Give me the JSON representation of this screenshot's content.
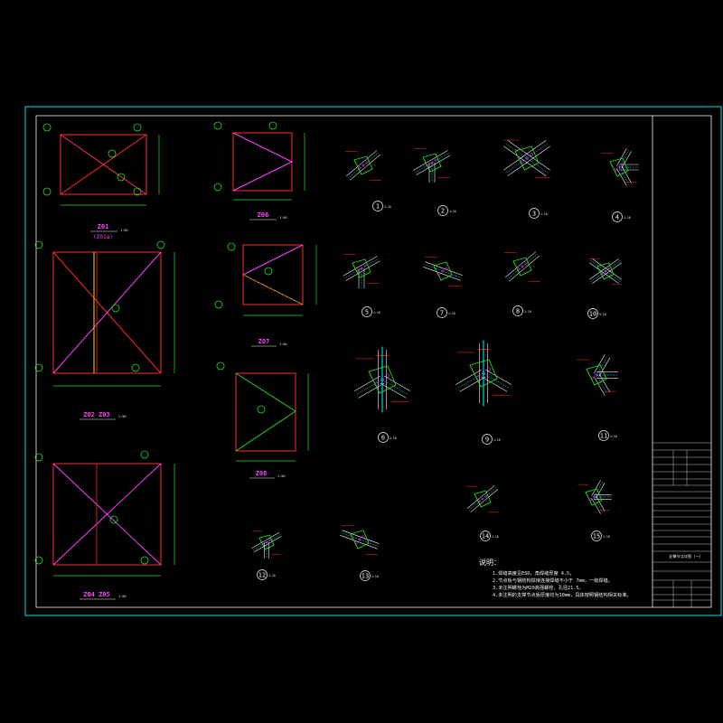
{
  "colors": {
    "background": "#000000",
    "frame": "#00e5e5",
    "red": "#ff2a2a",
    "green": "#22dd22",
    "magenta": "#ff40ff",
    "yellow": "#f0e000",
    "cyan": "#00e0ff",
    "white": "#f2f2f2"
  },
  "frames": {
    "z01": {
      "label": "Z01",
      "sub": "(Z01a)",
      "scale": "1:50"
    },
    "z02": {
      "label": "Z02 Z03",
      "scale": "1:50"
    },
    "z04": {
      "label": "Z04 Z05",
      "scale": "1:50"
    },
    "z06": {
      "label": "Z06",
      "scale": "1:50"
    },
    "z07": {
      "label": "Z07",
      "scale": "1:50"
    },
    "z08": {
      "label": "Z08",
      "scale": "1:50"
    }
  },
  "details": [
    {
      "num": "1",
      "scale": "1:10"
    },
    {
      "num": "2",
      "scale": "1:10"
    },
    {
      "num": "3",
      "scale": "1:10"
    },
    {
      "num": "4",
      "scale": "1:10"
    },
    {
      "num": "5",
      "scale": "1:10"
    },
    {
      "num": "7",
      "scale": "1:10"
    },
    {
      "num": "8",
      "scale": "1:10"
    },
    {
      "num": "10",
      "scale": "1:10"
    },
    {
      "num": "6",
      "scale": "1:10"
    },
    {
      "num": "9",
      "scale": "1:10"
    },
    {
      "num": "11",
      "scale": "1:10"
    },
    {
      "num": "14",
      "scale": "1:10"
    },
    {
      "num": "15",
      "scale": "1:10"
    },
    {
      "num": "12",
      "scale": "1:10"
    },
    {
      "num": "13",
      "scale": "1:10"
    }
  ],
  "notes": {
    "title": "说明：",
    "lines": [
      "1.焊缝高度见ESD，角焊缝厚度 4.5，",
      "2.节点板与钢结构焊接连接焊缝不小于 7mm，一级焊缝。",
      "3.未注明螺栓为M20高强螺栓，孔径21.5。",
      "4.未注明的支撑节点板厚度均为10mm，具体按照钢结构相关标准。"
    ]
  },
  "title_block": {
    "drawing_name": "支撑节点详图（一）"
  }
}
